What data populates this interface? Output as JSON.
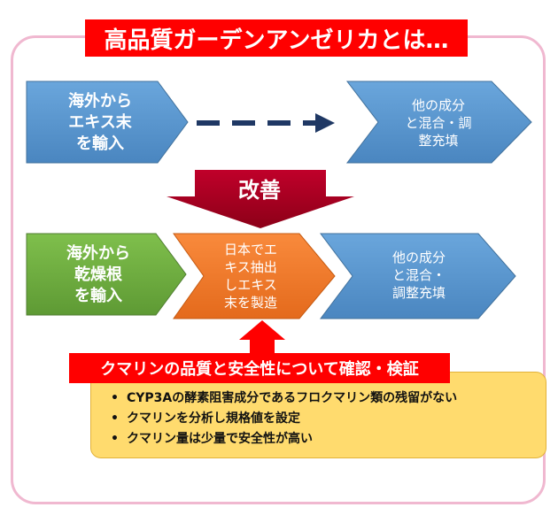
{
  "title": "高品質ガーデンアンゼリカとは…",
  "before": {
    "step1": "海外から\nエキス末\nを輸入",
    "step2": "他の成分\nと混合・調\n整充填"
  },
  "improvement_label": "改善",
  "after": {
    "step1": "海外から\n乾燥根\nを輸入",
    "step2": "日本でエ\nキス抽出\nしエキス\n末を製造",
    "step3": "他の成分\nと混合・\n調整充填"
  },
  "banner": "クマリンの品質と安全性について確認・検証",
  "notes": [
    "CYP3Aの酵素阻害成分であるフロクマリン類の残留がない",
    "クマリンを分析し規格値を設定",
    "クマリン量は少量で安全性が高い"
  ],
  "bullet_char": "•",
  "colors": {
    "title_bg": "#ff0000",
    "blue": "#5b9bd5",
    "green": "#70ad47",
    "orange": "#ed7d31",
    "dark_red": "#a50021",
    "navy": "#1f3864",
    "notes_bg": "#ffdb6e",
    "frame": "#f0b8d0"
  }
}
